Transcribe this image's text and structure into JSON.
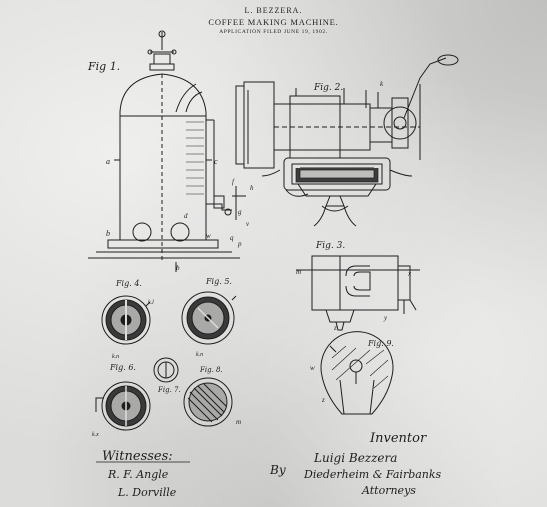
{
  "header": {
    "inventor_name": "L. BEZZERA.",
    "title": "COFFEE MAKING MACHINE.",
    "filed": "APPLICATION FILED JUNE 19, 1902."
  },
  "figures": {
    "fig1": "Fig 1.",
    "fig2": "Fig. 2.",
    "fig3": "Fig. 3.",
    "fig4": "Fig. 4.",
    "fig5": "Fig. 5.",
    "fig6": "Fig. 6.",
    "fig7": "Fig. 7.",
    "fig8": "Fig. 8.",
    "fig9": "Fig. 9."
  },
  "labels": {
    "a": "a",
    "b": "b",
    "c": "c",
    "d": "d",
    "f": "f",
    "g": "g",
    "h": "h",
    "k": "k",
    "m": "m",
    "p": "p",
    "q": "q",
    "v": "v",
    "w": "w",
    "x": "x",
    "y": "y",
    "z": "z",
    "kl": "k.l",
    "kn": "k.n",
    "kx": "k.x"
  },
  "footer": {
    "witnesses_label": "Witnesses:",
    "witness_1": "R. F. Angle",
    "witness_2": "L. Dorville",
    "inventor_label": "Inventor",
    "inventor_signature": "Luigi Bezzera",
    "by_label": "By",
    "attorney_signature": "Diederheim & Fairbanks",
    "attorneys_label": "Attorneys"
  }
}
